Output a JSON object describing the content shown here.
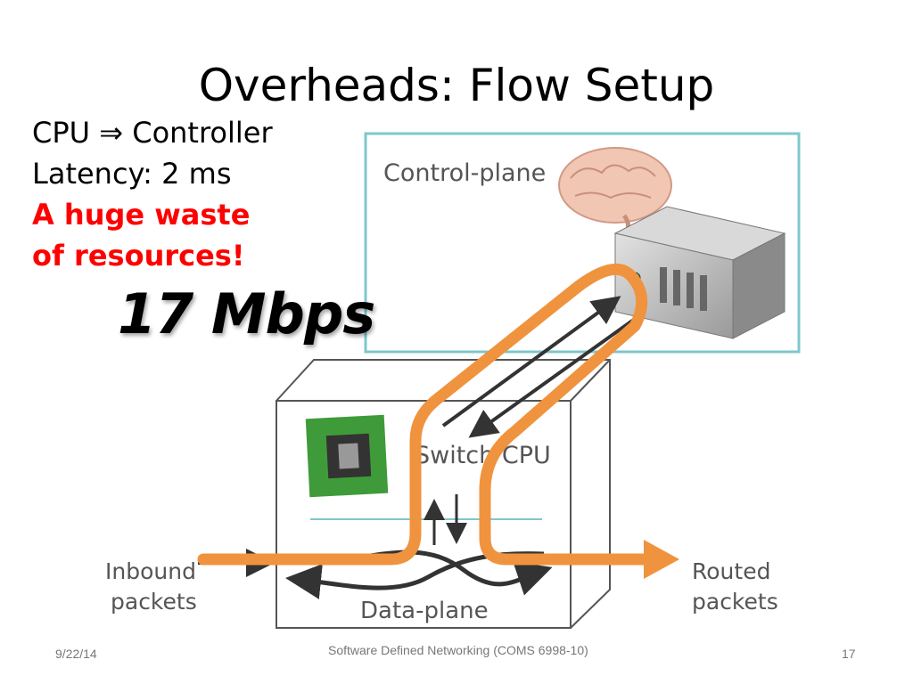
{
  "slide": {
    "title": "Overheads: Flow Setup",
    "bullets": {
      "line1_left": "CPU",
      "line1_symbol": "⇒",
      "line1_right": "Controller",
      "line2": "Latency: 2 ms",
      "line3": "A huge waste",
      "line4": "of resources!"
    },
    "highlight": "17 Mbps"
  },
  "diagram": {
    "control_plane_label": "Control-plane",
    "switch_cpu_label": "Switch CPU",
    "data_plane_label": "Data-plane",
    "inbound_line1": "Inbound",
    "inbound_line2": "packets",
    "routed_line1": "Routed",
    "routed_line2": "packets",
    "colors": {
      "flow_path": "#f0933e",
      "control_box": "#7fc7cc",
      "bullet_red": "#ff0000"
    }
  },
  "footer": {
    "date": "9/22/14",
    "course": "Software Defined Networking (COMS 6998-10)",
    "page": "17"
  }
}
